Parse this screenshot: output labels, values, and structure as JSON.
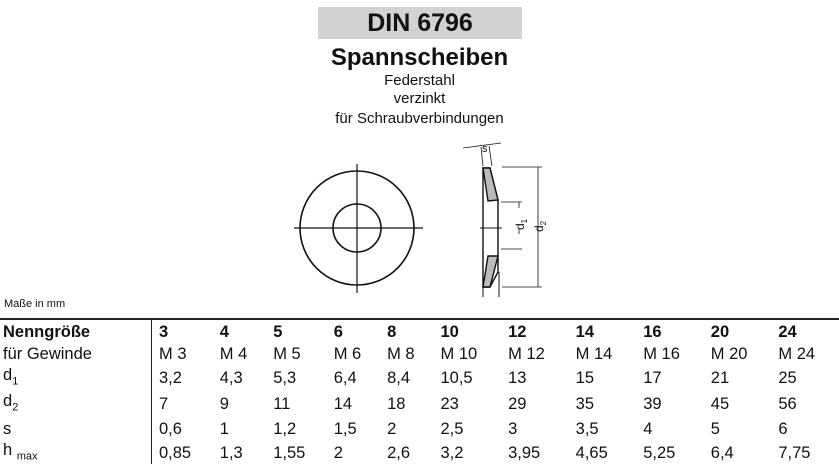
{
  "header": {
    "standard": "DIN 6796",
    "title": "Spannscheiben",
    "lines": [
      "Federstahl",
      "verzinkt",
      "für Schraubverbindungen"
    ]
  },
  "drawing": {
    "labels": {
      "s": "s",
      "d1": "d",
      "d1_sub": "1",
      "d2": "d",
      "d2_sub": "2"
    }
  },
  "units_note": "Maße in mm",
  "table": {
    "rows": [
      {
        "label": "Nenngröße",
        "sub": "",
        "values": [
          "3",
          "4",
          "5",
          "6",
          "8",
          "10",
          "12",
          "14",
          "16",
          "20",
          "24"
        ]
      },
      {
        "label": "für Gewinde",
        "sub": "",
        "values": [
          "M 3",
          "M 4",
          "M 5",
          "M 6",
          "M 8",
          "M 10",
          "M 12",
          "M 14",
          "M 16",
          "M 20",
          "M 24"
        ]
      },
      {
        "label": "d",
        "sub": "1",
        "values": [
          "3,2",
          "4,3",
          "5,3",
          "6,4",
          "8,4",
          "10,5",
          "13",
          "15",
          "17",
          "21",
          "25"
        ]
      },
      {
        "label": "d",
        "sub": "2",
        "values": [
          "7",
          "9",
          "11",
          "14",
          "18",
          "23",
          "29",
          "35",
          "39",
          "45",
          "56"
        ]
      },
      {
        "label": "s",
        "sub": "",
        "values": [
          "0,6",
          "1",
          "1,2",
          "1,5",
          "2",
          "2,5",
          "3",
          "3,5",
          "4",
          "5",
          "6"
        ]
      },
      {
        "label": "h ",
        "sub": "max",
        "values": [
          "0,85",
          "1,3",
          "1,55",
          "2",
          "2,6",
          "3,2",
          "3,95",
          "4,65",
          "5,25",
          "6,4",
          "7,75"
        ]
      }
    ]
  }
}
